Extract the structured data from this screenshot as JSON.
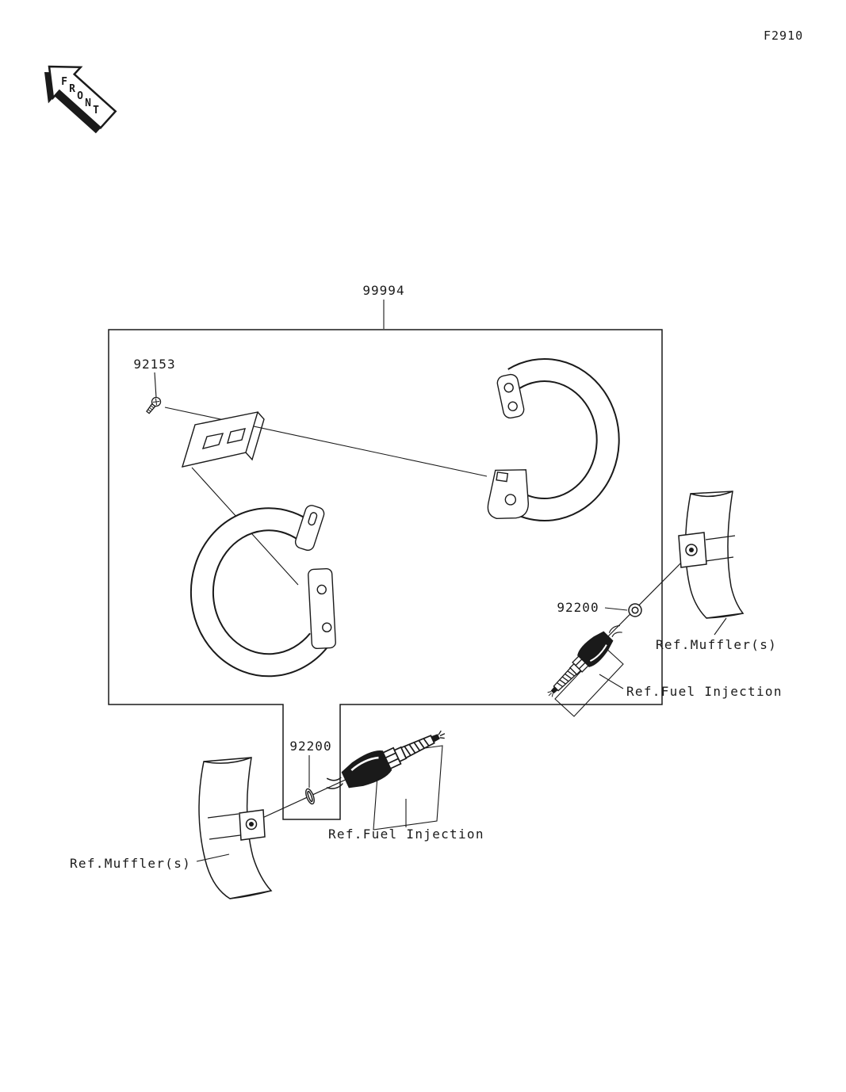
{
  "title": {
    "code": "F2910"
  },
  "front_arrow": {
    "label": "FRONT",
    "letters": [
      "F",
      "R",
      "O",
      "N",
      "T"
    ]
  },
  "callouts": {
    "kit": "99994",
    "screw": "92153",
    "washer_upper": "92200",
    "washer_lower": "92200"
  },
  "references": {
    "muffler_upper": "Ref.Muffler(s)",
    "fuel_injection_upper": "Ref.Fuel Injection",
    "muffler_lower": "Ref.Muffler(s)",
    "fuel_injection_lower": "Ref.Fuel Injection"
  },
  "colors": {
    "ink": "#1a1a1a",
    "paper": "#ffffff"
  }
}
